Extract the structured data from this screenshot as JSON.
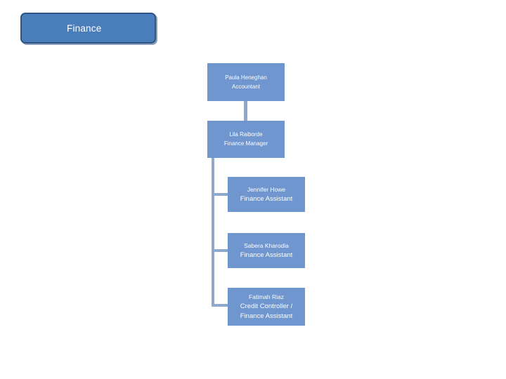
{
  "title": {
    "label": "Finance"
  },
  "chart_data": {
    "type": "diagram",
    "diagram_type": "organization-chart",
    "title": "Finance",
    "colors": {
      "title_fill": "#4a7ebb",
      "title_border": "#2e5585",
      "node_fill": "#6f96ce",
      "node_text": "#ffffff",
      "connector": "#8fa9cd",
      "background": "#ffffff"
    },
    "nodes": [
      {
        "id": "accountant",
        "name": "Paula Heneghan",
        "role": "Accountant",
        "level": 1
      },
      {
        "id": "manager",
        "name": "Lila Raiborde",
        "role": "Finance Manager",
        "level": 2
      },
      {
        "id": "assistant-1",
        "name": "Jennifer Howe",
        "role": "Finance Assistant",
        "level": 3
      },
      {
        "id": "assistant-2",
        "name": "Sabera Kharodia",
        "role": "Finance Assistant",
        "level": 3
      },
      {
        "id": "assistant-3",
        "name": "Fatimah Riaz",
        "role_line1": "Credit Controller /",
        "role_line2": "Finance Assistant",
        "level": 3
      }
    ],
    "edges": [
      {
        "from": "accountant",
        "to": "manager",
        "style": "vertical"
      },
      {
        "from": "manager",
        "to": "assistant-1",
        "style": "elbow"
      },
      {
        "from": "manager",
        "to": "assistant-2",
        "style": "elbow"
      },
      {
        "from": "manager",
        "to": "assistant-3",
        "style": "elbow"
      }
    ]
  }
}
